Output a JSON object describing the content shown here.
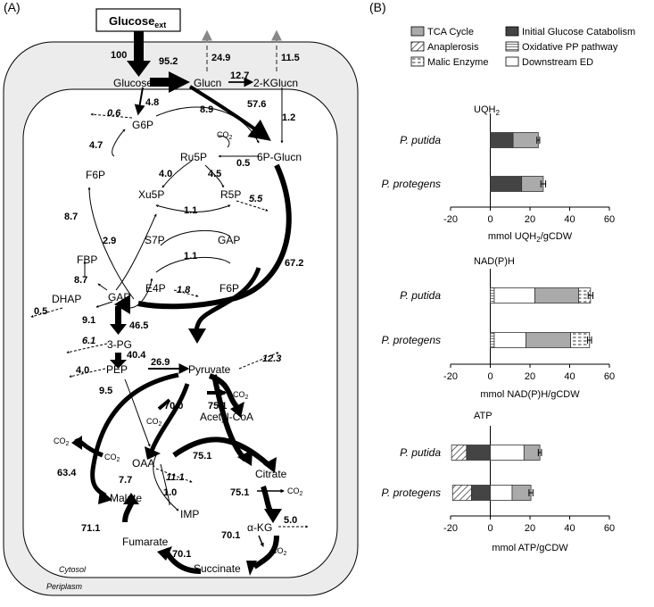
{
  "panel_a": {
    "label": "(A)",
    "glucose_ext": "Glucose",
    "glucose_ext_sub": "ext",
    "compartments": {
      "cytosol": "Cytosol",
      "periplasm": "Periplasm"
    },
    "metabolites": {
      "glucose": "Glucose",
      "glucn": "Glucn",
      "kglucn": "2-KGlucn",
      "g6p": "G6P",
      "pglucn": "6P-Glucn",
      "ru5p": "Ru5P",
      "co2_ppp": "CO",
      "f6p": "F6P",
      "xu5p": "Xu5P",
      "r5p": "R5P",
      "s7p": "S7P",
      "gap_top": "GAP",
      "fbp": "FBP",
      "dhap": "DHAP",
      "gap": "GAP",
      "e4p": "E4P",
      "f6p_right": "F6P",
      "pg3": "3-PG",
      "pep": "PEP",
      "pyruvate": "Pyruvate",
      "acetylcoa": "Acetyl-CoA",
      "oaa": "OAA",
      "citrate": "Citrate",
      "malate": "Malate",
      "imp": "IMP",
      "akg": "α-KG",
      "fumarate": "Fumarate",
      "succinate": "Succinate",
      "co2": "CO"
    },
    "fluxes": {
      "f100": "100",
      "f95_2": "95.2",
      "f24_9": "24.9",
      "f12_7": "12.7",
      "f11_5": "11.5",
      "f4_8": "4.8",
      "f0_6": "0.6",
      "f8_9": "8.9",
      "f57_6": "57.6",
      "f1_2": "1.2",
      "f4_7": "4.7",
      "f4_0": "4.0",
      "f0_5a": "0.5",
      "f4_5": "4.5",
      "f5_5": "5.5",
      "f8_7a": "8.7",
      "f1_1a": "1.1",
      "f2_9": "2.9",
      "f1_1b": "1.1",
      "f67_2": "67.2",
      "f8_7b": "8.7",
      "f1_8": "1.8",
      "f0_5b": "0.5",
      "f9_1": "9.1",
      "f46_5": "46.5",
      "f6_1": "6.1",
      "f40_4": "40.4",
      "f12_3": "12.3",
      "f4_0b": "4.0",
      "f26_9": "26.9",
      "f9_5": "9.5",
      "f70_0": "70.0",
      "f75_1a": "75.1",
      "f63_4": "63.4",
      "f75_1b": "75.1",
      "f11_1": "11.1",
      "f7_7": "7.7",
      "f1_0": "1.0",
      "f75_1c": "75.1",
      "f5_0": "5.0",
      "f71_1": "71.1",
      "f70_1a": "70.1",
      "f70_1b": "70.1"
    }
  },
  "panel_b": {
    "label": "(B)",
    "legend": [
      {
        "label": "TCA Cycle",
        "fill": "#aaaaaa",
        "pattern": "solid"
      },
      {
        "label": "Initial Glucose Catabolism",
        "fill": "#444444",
        "pattern": "solid"
      },
      {
        "label": "Anaplerosis",
        "fill": "#ffffff",
        "pattern": "diag"
      },
      {
        "label": "Oxidative PP pathway",
        "fill": "#ffffff",
        "pattern": "hstripe"
      },
      {
        "label": "Malic Enzyme",
        "fill": "#ffffff",
        "pattern": "dash"
      },
      {
        "label": "Downstream ED",
        "fill": "#ffffff",
        "pattern": "solid"
      }
    ]
  },
  "colors": {
    "tca": "#aaaaaa",
    "initial": "#444444",
    "downstream": "#ffffff",
    "periplasm_bg": "#ececec",
    "stroke": "#000000",
    "export_arrow": "#888888"
  },
  "chart_data": [
    {
      "type": "bar",
      "orientation": "horizontal",
      "stacked": true,
      "title": "UQH",
      "title_sub": "2",
      "xlabel": "mmol UQH",
      "xlabel_sub": "2",
      "xlabel_suffix": "/gCDW",
      "xlim": [
        -20,
        60
      ],
      "xticks": [
        "-20",
        "0",
        "20",
        "40",
        "60"
      ],
      "xtick_values": [
        -20,
        0,
        20,
        40,
        60
      ],
      "categories": [
        "P. putida",
        "P. protegens"
      ],
      "series": [
        {
          "name": "Initial Glucose Catabolism",
          "values": [
            11.5,
            15.8
          ]
        },
        {
          "name": "TCA Cycle",
          "values": [
            12.7,
            10.9
          ]
        }
      ],
      "error": [
        0.7,
        1.2
      ]
    },
    {
      "type": "bar",
      "orientation": "horizontal",
      "stacked": true,
      "title": "NAD(P)H",
      "xlabel": "mmol NAD(P)H/gCDW",
      "xlim": [
        -20,
        60
      ],
      "xticks": [
        "-20",
        "0",
        "20",
        "40",
        "60"
      ],
      "xtick_values": [
        -20,
        0,
        20,
        40,
        60
      ],
      "categories": [
        "P. putida",
        "P. protegens"
      ],
      "series": [
        {
          "name": "Oxidative PP pathway",
          "values": [
            2.0,
            2.0
          ]
        },
        {
          "name": "Downstream ED",
          "values": [
            20.5,
            16.0
          ]
        },
        {
          "name": "TCA Cycle",
          "values": [
            22.0,
            22.5
          ]
        },
        {
          "name": "Malic Enzyme",
          "values": [
            6.0,
            9.5
          ]
        }
      ],
      "error": [
        1.2,
        1.0
      ]
    },
    {
      "type": "bar",
      "orientation": "horizontal",
      "stacked": true,
      "title": "ATP",
      "xlabel": "mmol ATP/gCDW",
      "xlim": [
        -20,
        60
      ],
      "xticks": [
        "-20",
        "0",
        "20",
        "40",
        "60"
      ],
      "xtick_values": [
        -20,
        0,
        20,
        40,
        60
      ],
      "categories": [
        "P. putida",
        "P. protegens"
      ],
      "negative_series": [
        {
          "name": "Initial Glucose Catabolism",
          "values": [
            -12.0,
            -9.5
          ]
        },
        {
          "name": "Anaplerosis",
          "values": [
            -7.5,
            -9.5
          ]
        }
      ],
      "series": [
        {
          "name": "Downstream ED",
          "values": [
            17.0,
            11.0
          ]
        },
        {
          "name": "TCA Cycle",
          "values": [
            8.0,
            9.5
          ]
        }
      ],
      "error": [
        0.8,
        1.0
      ]
    }
  ]
}
